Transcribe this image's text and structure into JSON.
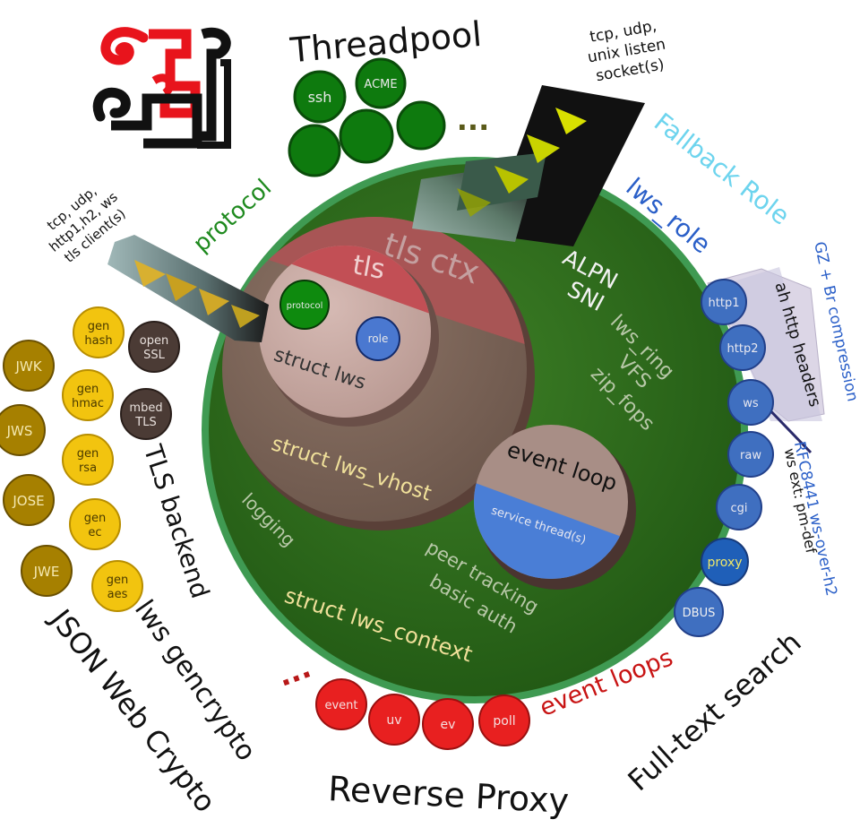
{
  "logo": {
    "name": "libwebsockets-logo"
  },
  "threadpool": {
    "title": "Threadpool",
    "items": [
      "ssh",
      "ACME",
      "",
      "",
      ""
    ],
    "more": "..."
  },
  "listen": {
    "line1": "tcp, udp,",
    "line2": "unix listen",
    "line3": "socket(s)"
  },
  "client": {
    "line1": "tcp, udp,",
    "line2": "http1,h2, ws",
    "line3": "tls client(s)"
  },
  "fallback_role": "Fallback Role",
  "lws_role": "lws_role",
  "protocol_label": "protocol",
  "context": {
    "tls_ctx": "tls ctx",
    "alpn": "ALPN",
    "sni": "SNI",
    "lws_ring": "lws_ring",
    "vfs": "VFS",
    "zip_fops": "zip_fops",
    "vhost": "struct lws_vhost",
    "logging": "logging",
    "peer_tracking": "peer tracking",
    "basic_auth": "basic auth",
    "context_label": "struct lws_context"
  },
  "wsi": {
    "tls": "tls",
    "protocol": "protocol",
    "role": "role",
    "label": "struct lws"
  },
  "event_loop": {
    "title": "event loop",
    "service": "service thread(s)"
  },
  "roles": [
    "http1",
    "http2",
    "ws",
    "raw",
    "cgi",
    "proxy",
    "DBUS"
  ],
  "ah_headers": "ah http headers",
  "gz_br": "GZ + Br compression",
  "rfc8441": "RFC8441 ws-over-h2",
  "ws_ext": "ws ext: pm-def",
  "full_text_search": "Full-text search",
  "reverse_proxy": "Reverse Proxy",
  "event_loops": {
    "label": "event loops",
    "items": [
      "event",
      "uv",
      "ev",
      "poll"
    ],
    "more": "..."
  },
  "tls_backend": {
    "label": "TLS backend",
    "items": [
      "open SSL",
      "mbed TLS"
    ]
  },
  "gencrypto": {
    "label": "lws gencrypto",
    "items": [
      "gen hash",
      "gen hmac",
      "gen rsa",
      "gen ec",
      "gen aes"
    ]
  },
  "jose": {
    "label": "JSON Web Crypto",
    "items": [
      "JWK",
      "JWS",
      "JOSE",
      "JWE"
    ]
  },
  "colors": {
    "context_green": "#2e6b1c",
    "ring_green": "#3f9a52",
    "vhost_brown": "#7d6659",
    "tls_red": "#b05a5a",
    "wsi_pink": "#c9aba6",
    "role_blue": "#3f6fc0",
    "threadpool_green": "#0f7a0f",
    "event_red": "#e82020",
    "crypto_yellow": "#f2c40f",
    "jose_gold": "#a68000",
    "backend_dark": "#4b3b35",
    "fallback_cyan": "#6dd4ee"
  }
}
